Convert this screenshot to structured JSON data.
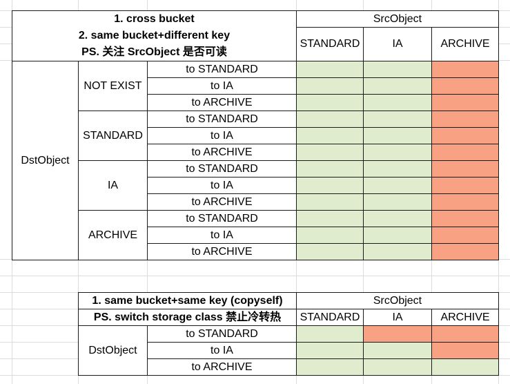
{
  "colors": {
    "allowed": "#dfeccd",
    "forbidden": "#f9a283",
    "border": "#1a1a1a",
    "gridline": "#dcdcdc"
  },
  "table1": {
    "title_lines": [
      "1. cross bucket",
      "2. same bucket+different key",
      "PS. 关注 SrcObject 是否可读"
    ],
    "src_header": "SrcObject",
    "src_classes": [
      "STANDARD",
      "IA",
      "ARCHIVE"
    ],
    "dst_header": "DstObject",
    "groups": [
      {
        "label": "NOT EXIST",
        "rows": [
          {
            "target": "to STANDARD",
            "cells": [
              "allowed",
              "allowed",
              "forbidden"
            ]
          },
          {
            "target": "to IA",
            "cells": [
              "allowed",
              "allowed",
              "forbidden"
            ]
          },
          {
            "target": "to ARCHIVE",
            "cells": [
              "allowed",
              "allowed",
              "forbidden"
            ]
          }
        ]
      },
      {
        "label": "STANDARD",
        "rows": [
          {
            "target": "to STANDARD",
            "cells": [
              "allowed",
              "allowed",
              "forbidden"
            ]
          },
          {
            "target": "to IA",
            "cells": [
              "allowed",
              "allowed",
              "forbidden"
            ]
          },
          {
            "target": "to ARCHIVE",
            "cells": [
              "allowed",
              "allowed",
              "forbidden"
            ]
          }
        ]
      },
      {
        "label": "IA",
        "rows": [
          {
            "target": "to STANDARD",
            "cells": [
              "allowed",
              "allowed",
              "forbidden"
            ]
          },
          {
            "target": "to IA",
            "cells": [
              "allowed",
              "allowed",
              "forbidden"
            ]
          },
          {
            "target": "to ARCHIVE",
            "cells": [
              "allowed",
              "allowed",
              "forbidden"
            ]
          }
        ]
      },
      {
        "label": "ARCHIVE",
        "rows": [
          {
            "target": "to STANDARD",
            "cells": [
              "allowed",
              "allowed",
              "forbidden"
            ]
          },
          {
            "target": "to IA",
            "cells": [
              "allowed",
              "allowed",
              "forbidden"
            ]
          },
          {
            "target": "to ARCHIVE",
            "cells": [
              "allowed",
              "allowed",
              "forbidden"
            ]
          }
        ]
      }
    ]
  },
  "table2": {
    "title_lines": [
      "1. same bucket+same key (copyself)",
      "PS. switch storage class 禁止冷转热"
    ],
    "src_header": "SrcObject",
    "src_classes": [
      "STANDARD",
      "IA",
      "ARCHIVE"
    ],
    "dst_header": "DstObject",
    "rows": [
      {
        "target": "to STANDARD",
        "cells": [
          "allowed",
          "forbidden",
          "forbidden"
        ]
      },
      {
        "target": "to IA",
        "cells": [
          "allowed",
          "allowed",
          "forbidden"
        ]
      },
      {
        "target": "to ARCHIVE",
        "cells": [
          "allowed",
          "allowed",
          "allowed"
        ]
      }
    ]
  }
}
